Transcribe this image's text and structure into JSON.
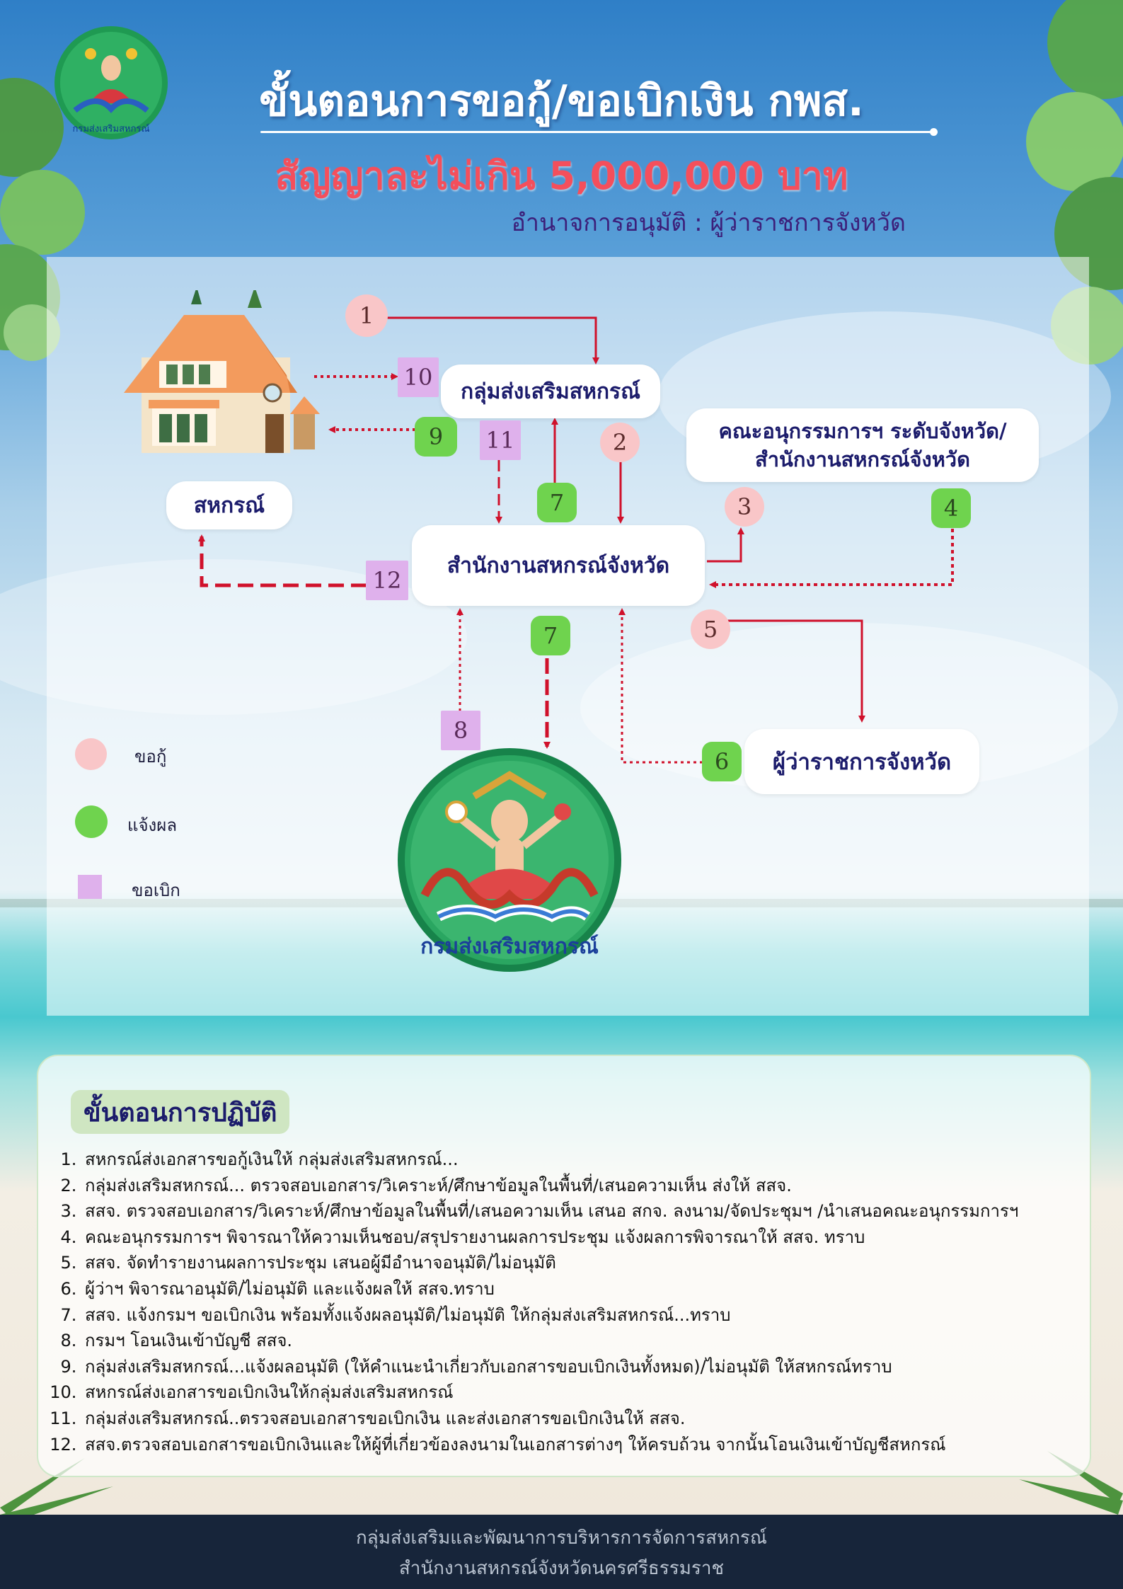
{
  "header": {
    "title": "ขั้นตอนการขอกู้/ขอเบิกเงิน กพส.",
    "subtitle": "สัญญาละไม่เกิน 5,000,000 บาท",
    "authority": "อำนาจการอนุมัติ : ผู้ว่าราชการจังหวัด",
    "logo_text": "กรมส่งเสริมสหกรณ์"
  },
  "diagram": {
    "nodes": {
      "cooperative": "สหกรณ์",
      "promotion_group": "กลุ่มส่งเสริมสหกรณ์",
      "committee_line1": "คณะอนุกรรมการฯ ระดับจังหวัด/",
      "committee_line2": "สำนักงานสหกรณ์จังหวัด",
      "provincial_office": "สำนักงานสหกรณ์จังหวัด",
      "governor": "ผู้ว่าราชการจังหวัด",
      "department_logo_text": "กรมส่งเสริมสหกรณ์"
    },
    "step_badges": [
      "1",
      "2",
      "3",
      "4",
      "5",
      "6",
      "7",
      "7",
      "8",
      "9",
      "10",
      "11",
      "12"
    ],
    "legend": [
      {
        "label": "ขอกู้",
        "shape": "circle",
        "color": "#f9c6c8"
      },
      {
        "label": "แจ้งผล",
        "shape": "rounded",
        "color": "#6fd34e"
      },
      {
        "label": "ขอเบิก",
        "shape": "square",
        "color": "#dfb1ec"
      }
    ],
    "arrow_color": "#d0112b"
  },
  "procedure": {
    "title": "ขั้นตอนการปฏิบัติ",
    "steps": [
      "สหกรณ์ส่งเอกสารขอกู้เงินให้ กลุ่มส่งเสริมสหกรณ์...",
      "กลุ่มส่งเสริมสหกรณ์... ตรวจสอบเอกสาร/วิเคราะห์/ศึกษาข้อมูลในพื้นที่/เสนอความเห็น ส่งให้ สสจ.",
      "สสจ. ตรวจสอบเอกสาร/วิเคราะห์/ศึกษาข้อมูลในพื้นที่/เสนอความเห็น เสนอ สกจ. ลงนาม/จัดประชุมฯ /นำเสนอคณะอนุกรรมการฯ",
      "คณะอนุกรรมการฯ พิจารณาให้ความเห็นชอบ/สรุปรายงานผลการประชุม แจ้งผลการพิจารณาให้ สสจ. ทราบ",
      "สสจ. จัดทำรายงานผลการประชุม เสนอผู้มีอำนาจอนุมัติ/ไม่อนุมัติ",
      "ผู้ว่าฯ พิจารณาอนุมัติ/ไม่อนุมัติ และแจ้งผลให้ สสจ.ทราบ",
      "สสจ. แจ้งกรมฯ ขอเบิกเงิน พร้อมทั้งแจ้งผลอนุมัติ/ไม่อนุมัติ ให้กลุ่มส่งเสริมสหกรณ์...ทราบ",
      "กรมฯ โอนเงินเข้าบัญชี สสจ.",
      "กลุ่มส่งเสริมสหกรณ์...แจ้งผลอนุมัติ (ให้คำแนะนำเกี่ยวกับเอกสารขอบเบิกเงินทั้งหมด)/ไม่อนุมัติ ให้สหกรณ์ทราบ",
      "สหกรณ์ส่งเอกสารขอเบิกเงินให้กลุ่มส่งเสริมสหกรณ์",
      "กลุ่มส่งเสริมสหกรณ์..ตรวจสอบเอกสารขอเบิกเงิน และส่งเอกสารขอเบิกเงินให้ สสจ.",
      "สสจ.ตรวจสอบเอกสารขอเบิกเงินและให้ผู้ที่เกี่ยวข้องลงนามในเอกสารต่างๆ ให้ครบถ้วน จากนั้นโอนเงินเข้าบัญชีสหกรณ์"
    ]
  },
  "footer": {
    "line1": "กลุ่มส่งเสริมและพัฒนาการบริหารการจัดการสหกรณ์",
    "line2": "สำนักงานสหกรณ์จังหวัดนครศรีธรรมราช"
  }
}
